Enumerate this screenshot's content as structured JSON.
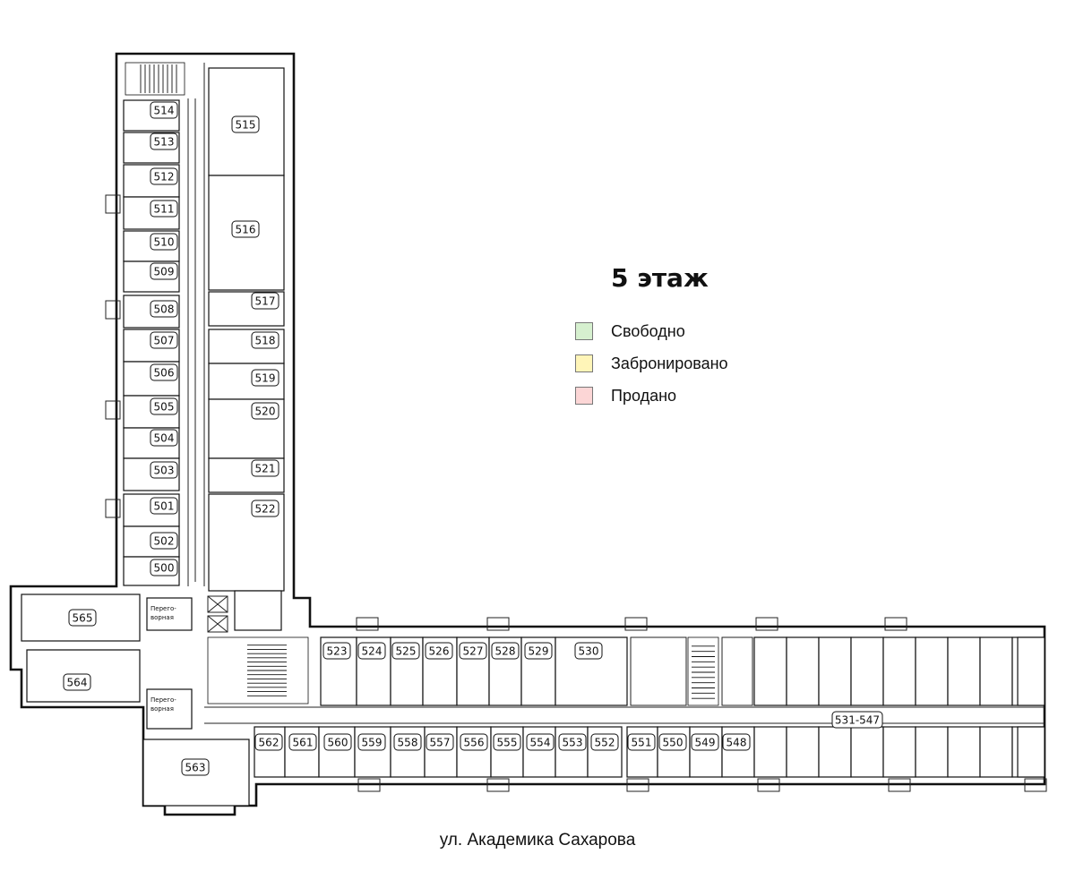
{
  "floor_title": "5 этаж",
  "legend": [
    {
      "label": "Свободно",
      "color": "#d6f0cf"
    },
    {
      "label": "Забронировано",
      "color": "#fff5b8"
    },
    {
      "label": "Продано",
      "color": "#fcd6d6"
    }
  ],
  "street_label": "ул. Академика Сахарова",
  "rooms": {
    "r500": "500",
    "r501": "501",
    "r502": "502",
    "r503": "503",
    "r504": "504",
    "r505": "505",
    "r506": "506",
    "r507": "507",
    "r508": "508",
    "r509": "509",
    "r510": "510",
    "r511": "511",
    "r512": "512",
    "r513": "513",
    "r514": "514",
    "r515": "515",
    "r516": "516",
    "r517": "517",
    "r518": "518",
    "r519": "519",
    "r520": "520",
    "r521": "521",
    "r522": "522",
    "r523": "523",
    "r524": "524",
    "r525": "525",
    "r526": "526",
    "r527": "527",
    "r528": "528",
    "r529": "529",
    "r530": "530",
    "r531_547": "531-547",
    "r548": "548",
    "r549": "549",
    "r550": "550",
    "r551": "551",
    "r552": "552",
    "r553": "553",
    "r554": "554",
    "r555": "555",
    "r556": "556",
    "r557": "557",
    "r558": "558",
    "r559": "559",
    "r560": "560",
    "r561": "561",
    "r562": "562",
    "r563": "563",
    "r564": "564",
    "r565": "565"
  },
  "meeting_room_label": [
    "Перего-",
    "ворная"
  ]
}
